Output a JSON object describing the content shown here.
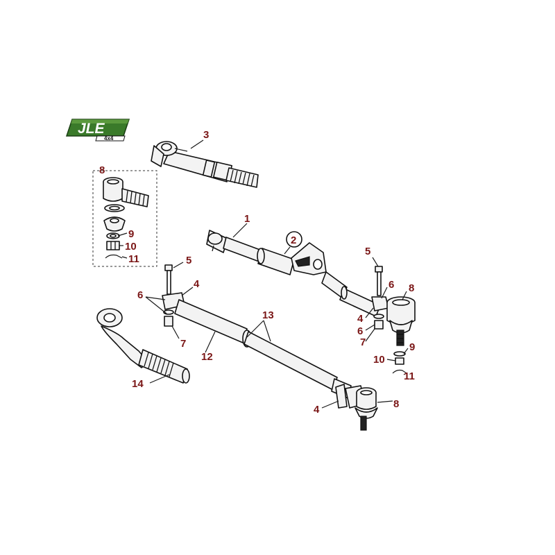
{
  "logo": {
    "brand": "JLE",
    "sub": "4x4"
  },
  "callouts": {
    "c1": "1",
    "c2": "2",
    "c3": "3",
    "c4a": "4",
    "c4b": "4",
    "c4c": "4",
    "c5a": "5",
    "c5b": "5",
    "c6a": "6",
    "c6b": "6",
    "c6c": "6",
    "c7a": "7",
    "c7b": "7",
    "c8a": "8",
    "c8b": "8",
    "c8c": "8",
    "c9a": "9",
    "c9b": "9",
    "c10a": "10",
    "c10b": "10",
    "c11a": "11",
    "c11b": "11",
    "c12": "12",
    "c13": "13",
    "c14": "14"
  },
  "colors": {
    "callout": "#7a1616",
    "logo_green": "#3a7a2a"
  }
}
